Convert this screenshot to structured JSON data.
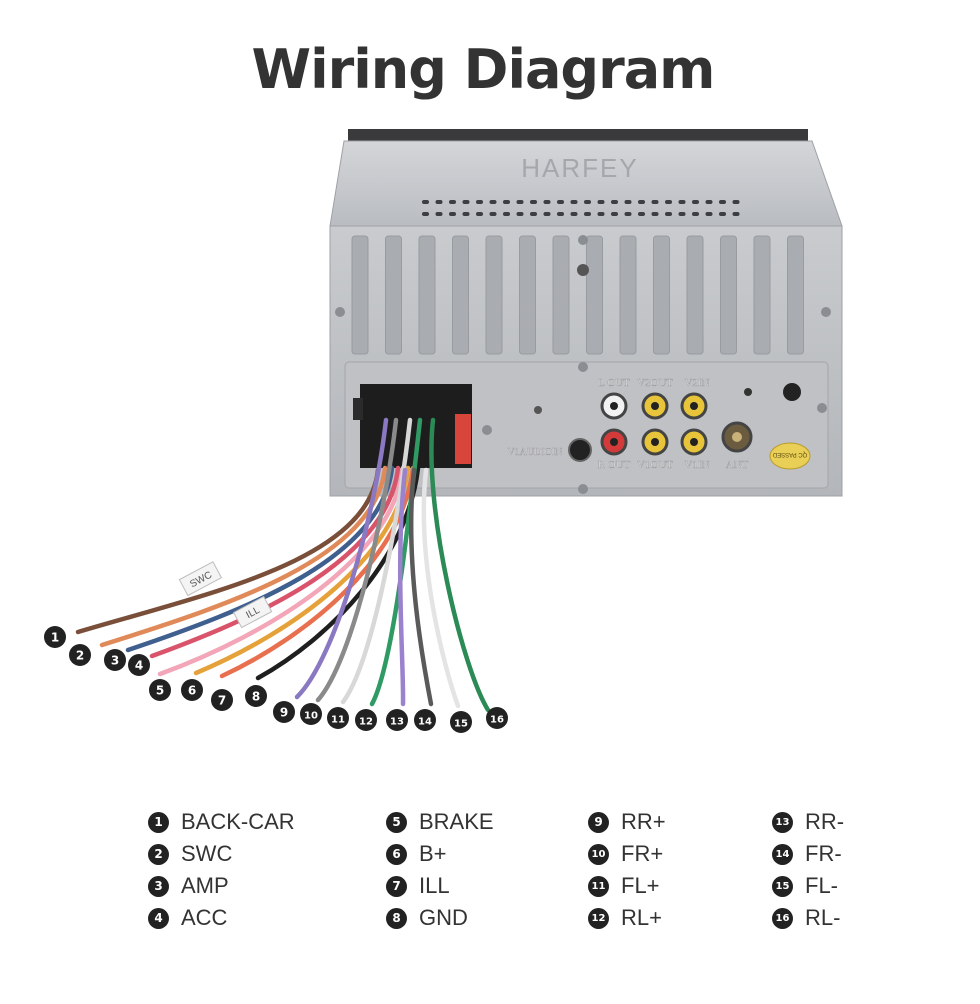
{
  "title": "Wiring Diagram",
  "unit": {
    "brand": "HARFEY",
    "rca_labels": [
      "L OUT",
      "V2OUT",
      "V2IN",
      "R OUT",
      "V1OUT",
      "V1IN",
      "V1AUDIOIN",
      "ANT"
    ],
    "sticker": "QC PASSED"
  },
  "tags": [
    "SWC",
    "ILL"
  ],
  "wires": [
    {
      "num": "1",
      "color": "#7a4f3a"
    },
    {
      "num": "2",
      "color": "#e08a5a"
    },
    {
      "num": "3",
      "color": "#3f5f8f"
    },
    {
      "num": "4",
      "color": "#d9546a"
    },
    {
      "num": "5",
      "color": "#f2a6b8"
    },
    {
      "num": "6",
      "color": "#e6a23a"
    },
    {
      "num": "7",
      "color": "#e8704f"
    },
    {
      "num": "8",
      "color": "#1f1f1f"
    },
    {
      "num": "9",
      "color": "#8a78c2"
    },
    {
      "num": "10",
      "color": "#8a8a8a"
    },
    {
      "num": "11",
      "color": "#d8d8d8"
    },
    {
      "num": "12",
      "color": "#2f9a63"
    },
    {
      "num": "13",
      "color": "#9a82cc"
    },
    {
      "num": "14",
      "color": "#5a5a5a"
    },
    {
      "num": "15",
      "color": "#e4e4e4"
    },
    {
      "num": "16",
      "color": "#2b8a55"
    }
  ],
  "legend": [
    {
      "num": "1",
      "label": "BACK-CAR"
    },
    {
      "num": "2",
      "label": "SWC"
    },
    {
      "num": "3",
      "label": "AMP"
    },
    {
      "num": "4",
      "label": "ACC"
    },
    {
      "num": "5",
      "label": "BRAKE"
    },
    {
      "num": "6",
      "label": "B+"
    },
    {
      "num": "7",
      "label": "ILL"
    },
    {
      "num": "8",
      "label": "GND"
    },
    {
      "num": "9",
      "label": "RR+"
    },
    {
      "num": "10",
      "label": "FR+"
    },
    {
      "num": "11",
      "label": "FL+"
    },
    {
      "num": "12",
      "label": "RL+"
    },
    {
      "num": "13",
      "label": "RR-"
    },
    {
      "num": "14",
      "label": "FR-"
    },
    {
      "num": "15",
      "label": "FL-"
    },
    {
      "num": "16",
      "label": "RL-"
    }
  ]
}
